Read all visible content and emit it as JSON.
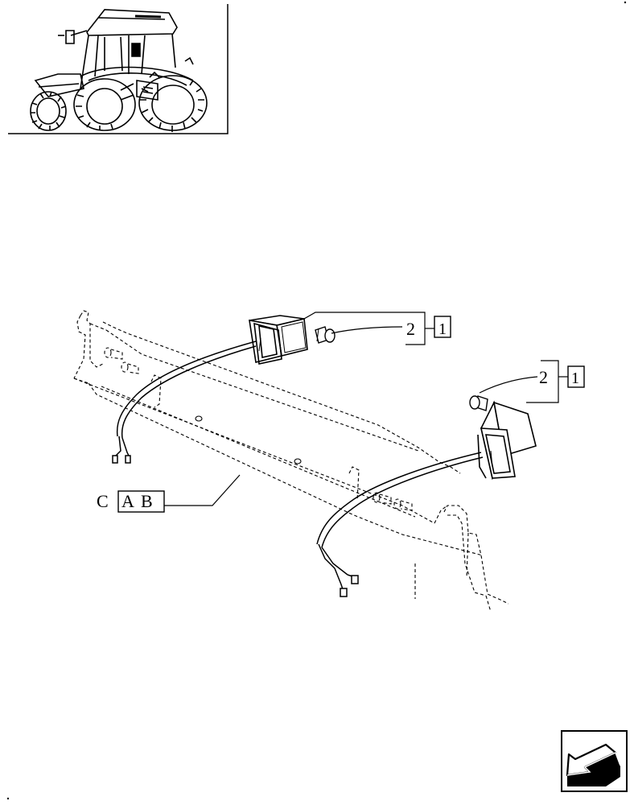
{
  "callouts": [
    {
      "qty": "2",
      "ref": "1"
    },
    {
      "qty": "2",
      "ref": "1"
    }
  ],
  "bracket_label": {
    "prefix": "C",
    "ref_a": "A",
    "ref_b": "B"
  },
  "icons": {
    "tractor": "tractor-thumbnail-icon",
    "nav": "next-page-arrow-icon"
  },
  "colors": {
    "line": "#000000",
    "background": "#ffffff"
  }
}
